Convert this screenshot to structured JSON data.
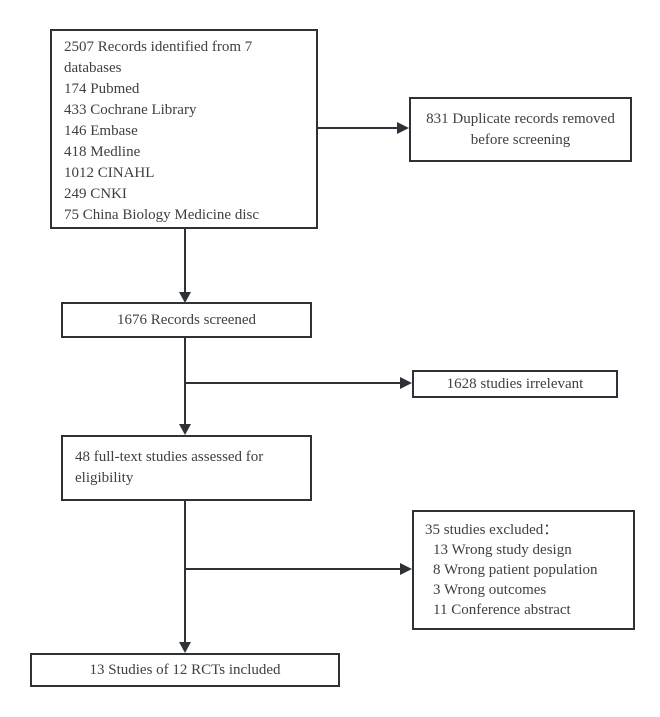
{
  "colors": {
    "line": "#2e3238",
    "text": "#3f4040",
    "background": "#ffffff"
  },
  "boxes": {
    "identification": {
      "lines": [
        "2507 Records identified from 7",
        "databases",
        "174 Pubmed",
        "433 Cochrane Library",
        "146 Embase",
        "418 Medline",
        "1012 CINAHL",
        "249 CNKI",
        "75 China Biology Medicine disc"
      ]
    },
    "duplicates_removed": {
      "lines": [
        "831 Duplicate records removed",
        "before screening"
      ]
    },
    "records_screened": {
      "label": "1676 Records screened"
    },
    "studies_irrelevant": {
      "label": "1628 studies irrelevant"
    },
    "fulltext_assessed": {
      "lines": [
        "48 full-text studies assessed for",
        "eligibility"
      ]
    },
    "studies_excluded": {
      "heading": "35 studies excluded：",
      "items": [
        "13 Wrong study design",
        "8 Wrong patient population",
        "3 Wrong outcomes",
        "11 Conference abstract"
      ]
    },
    "studies_included": {
      "label": "13 Studies of 12 RCTs included"
    }
  }
}
